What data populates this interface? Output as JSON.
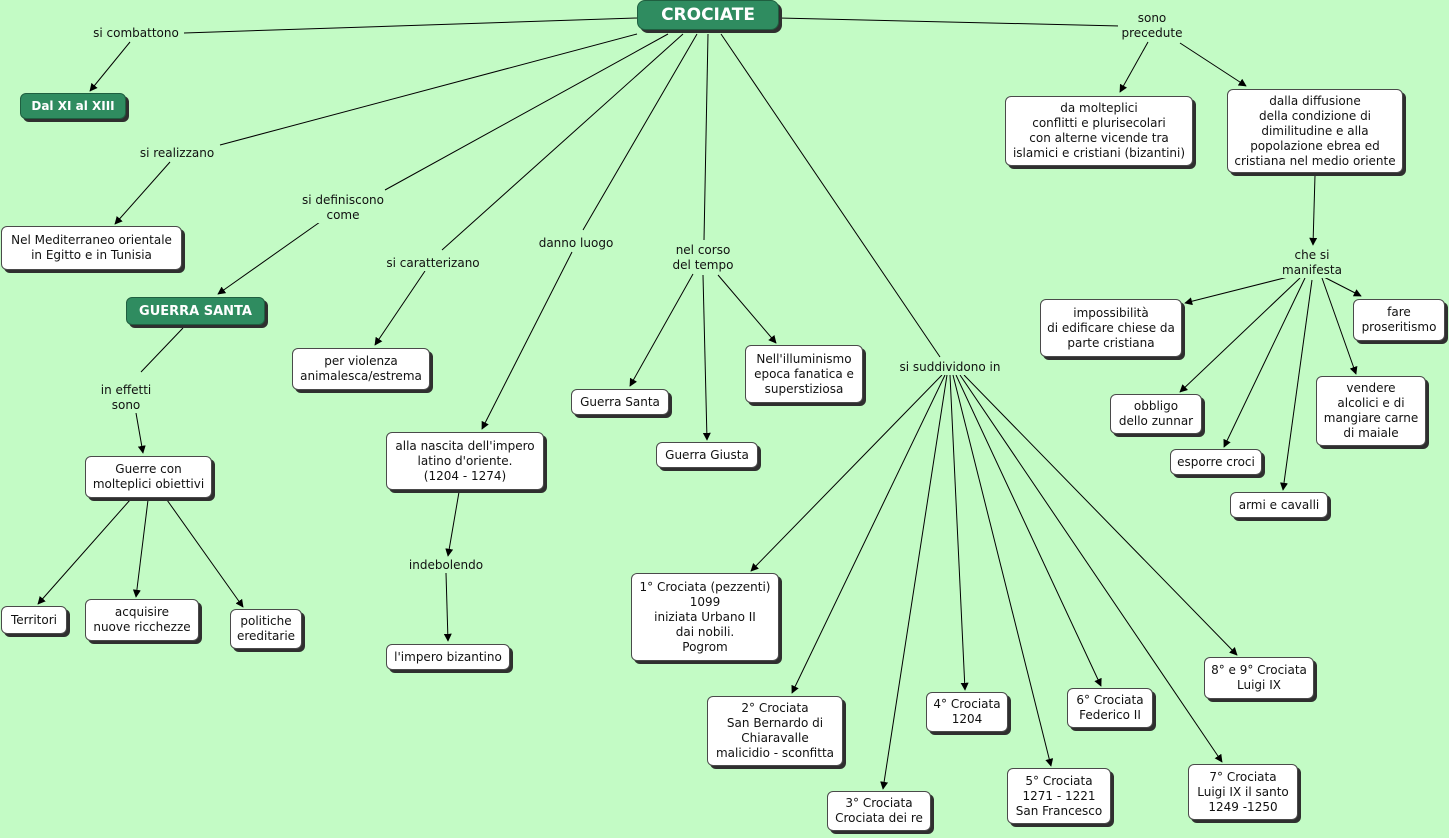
{
  "colors": {
    "background": "#c3fbc5",
    "dark_node": "#2f8c60",
    "node": "#ffffff",
    "line": "#000000"
  },
  "root": "CROCIATE",
  "nodes": {
    "dal_xi": "Dal XI al XIII",
    "mediterraneo": "Nel Mediterraneo orientale\nin Egitto e in Tunisia",
    "guerra_santa_main": "GUERRA SANTA",
    "guerre_obiettivi": "Guerre con\nmolteplici obiettivi",
    "territori": "Territori",
    "ricchezze": "acquisire\nnuove ricchezze",
    "politiche": "politiche\nereditarie",
    "violenza": "per violenza\nanimalesca/estrema",
    "impero_latino": "alla nascita dell'impero\nlatino d'oriente.\n(1204 - 1274)",
    "impero_bizantino": "l'impero bizantino",
    "guerra_santa": "Guerra Santa",
    "guerra_giusta": "Guerra Giusta",
    "illuminismo": "Nell'illuminismo\nepoca fanatica e\nsuperstiziosa",
    "c1": "1° Crociata (pezzenti)\n1099\niniziata Urbano II\ndai nobili.\nPogrom",
    "c2": "2° Crociata\nSan Bernardo di\nChiaravalle\nmalicidio - sconfitta",
    "c3": "3° Crociata\nCrociata dei re",
    "c4": "4° Crociata\n1204",
    "c5": "5° Crociata\n1271 - 1221\nSan Francesco",
    "c6": "6° Crociata\nFederico II",
    "c7": "7° Crociata\nLuigi IX il santo\n1249 -1250",
    "c89": "8° e 9° Crociata\nLuigi IX",
    "conflitti": "da molteplici\nconflitti e plurisecolari\ncon alterne vicende tra\nislamici e cristiani (bizantini)",
    "diffusione": "dalla diffusione\ndella condizione di\ndimilitudine e alla\npopolazione ebrea ed\ncristiana nel medio oriente",
    "chiese": "impossibilità\ndi edificare chiese da\nparte cristiana",
    "proseritismo": "fare\nproseritismo",
    "zunnar": "obbligo\ndello zunnar",
    "croci": "esporre croci",
    "alcolici": "vendere\nalcolici e di\nmangiare carne\ndi maiale",
    "armi": "armi e cavalli"
  },
  "labels": {
    "combattono": "si combattono",
    "realizzano": "si realizzano",
    "definiscono": "si definiscono\ncome",
    "caratterizano": "si caratterizano",
    "danno_luogo": "danno luogo",
    "corso_tempo": "nel corso\ndel tempo",
    "suddividono": "si suddividono in",
    "precedute": "sono\nprecedute",
    "effetti": "in effetti\nsono",
    "indebolendo": "indebolendo",
    "manifesta": "che si\nmanifesta"
  }
}
